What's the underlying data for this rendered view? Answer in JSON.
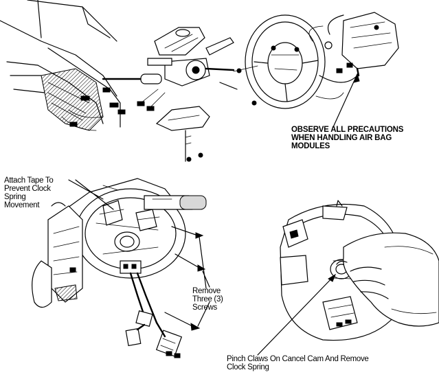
{
  "labels": {
    "precautions": [
      "OBSERVE ALL PRECAUTIONS",
      "WHEN HANDLING AIR BAG",
      "MODULES"
    ],
    "attach_tape": [
      "Attach Tape To",
      "Prevent Clock",
      "Spring",
      "Movement"
    ],
    "remove_screws": [
      "Remove",
      "Three (3)",
      "Screws"
    ],
    "pinch_claws": [
      "Pinch Claws On Cancel Cam And Remove",
      "Clock Spring"
    ]
  }
}
